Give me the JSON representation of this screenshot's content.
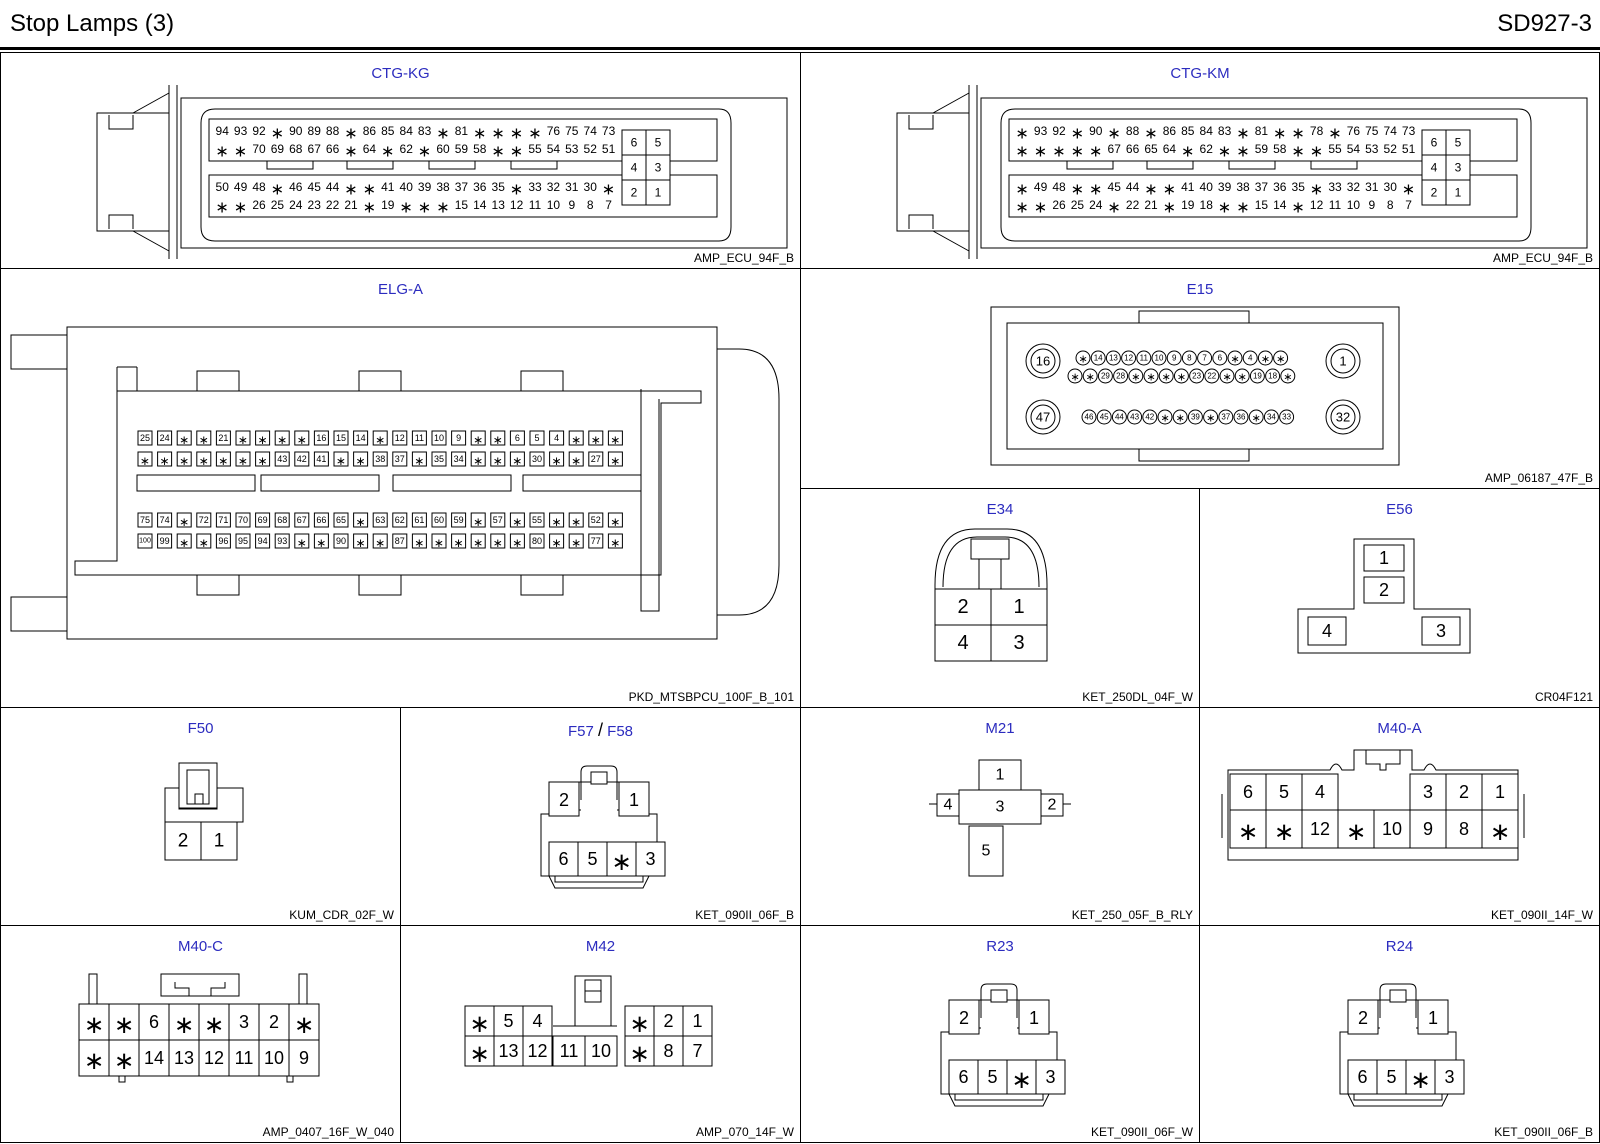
{
  "header": {
    "title": "Stop Lamps (3)",
    "code": "SD927-3"
  },
  "connectors": {
    "ctg_kg": {
      "title": "CTG-KG",
      "part": "AMP_ECU_94F_B",
      "rows": [
        [
          "94",
          "93",
          "92",
          "*",
          "90",
          "89",
          "88",
          "*",
          "86",
          "85",
          "84",
          "83",
          "*",
          "81",
          "*",
          "*",
          "*",
          "*",
          "76",
          "75",
          "74",
          "73"
        ],
        [
          "*",
          "*",
          "70",
          "69",
          "68",
          "67",
          "66",
          "*",
          "64",
          "*",
          "62",
          "*",
          "60",
          "59",
          "58",
          "*",
          "*",
          "55",
          "54",
          "53",
          "52",
          "51"
        ],
        [
          "50",
          "49",
          "48",
          "*",
          "46",
          "45",
          "44",
          "*",
          "*",
          "41",
          "40",
          "39",
          "38",
          "37",
          "36",
          "35",
          "*",
          "33",
          "32",
          "31",
          "30",
          "*"
        ],
        [
          "*",
          "*",
          "26",
          "25",
          "24",
          "23",
          "22",
          "21",
          "*",
          "19",
          "*",
          "*",
          "*",
          "15",
          "14",
          "13",
          "12",
          "11",
          "10",
          "9",
          "8",
          "7"
        ]
      ],
      "side": [
        "6",
        "5",
        "4",
        "3",
        "2",
        "1"
      ]
    },
    "ctg_km": {
      "title": "CTG-KM",
      "part": "AMP_ECU_94F_B",
      "rows": [
        [
          "*",
          "93",
          "92",
          "*",
          "90",
          "*",
          "88",
          "*",
          "86",
          "85",
          "84",
          "83",
          "*",
          "81",
          "*",
          "*",
          "78",
          "*",
          "76",
          "75",
          "74",
          "73"
        ],
        [
          "*",
          "*",
          "*",
          "*",
          "*",
          "67",
          "66",
          "65",
          "64",
          "*",
          "62",
          "*",
          "*",
          "59",
          "58",
          "*",
          "*",
          "55",
          "54",
          "53",
          "52",
          "51"
        ],
        [
          "*",
          "49",
          "48",
          "*",
          "*",
          "45",
          "44",
          "*",
          "*",
          "41",
          "40",
          "39",
          "38",
          "37",
          "36",
          "35",
          "*",
          "33",
          "32",
          "31",
          "30",
          "*"
        ],
        [
          "*",
          "*",
          "26",
          "25",
          "24",
          "*",
          "22",
          "21",
          "*",
          "19",
          "18",
          "*",
          "*",
          "15",
          "14",
          "*",
          "12",
          "11",
          "10",
          "9",
          "8",
          "7"
        ]
      ],
      "side": [
        "6",
        "5",
        "4",
        "3",
        "2",
        "1"
      ]
    },
    "elg_a": {
      "title": "ELG-A",
      "part": "PKD_MTSBPCU_100F_B_101",
      "rows": [
        [
          "25",
          "24",
          "*",
          "*",
          "21",
          "*",
          "*",
          "*",
          "*",
          "16",
          "15",
          "14",
          "*",
          "12",
          "11",
          "10",
          "9",
          "*",
          "*",
          "6",
          "5",
          "4",
          "*",
          "*",
          "*"
        ],
        [
          "*",
          "*",
          "*",
          "*",
          "*",
          "*",
          "*",
          "43",
          "42",
          "41",
          "*",
          "*",
          "38",
          "37",
          "*",
          "35",
          "34",
          "*",
          "*",
          "*",
          "30",
          "*",
          "*",
          "27",
          "*"
        ],
        [
          "75",
          "74",
          "*",
          "72",
          "71",
          "70",
          "69",
          "68",
          "67",
          "66",
          "65",
          "*",
          "63",
          "62",
          "61",
          "60",
          "59",
          "*",
          "57",
          "*",
          "55",
          "*",
          "*",
          "52",
          "*"
        ],
        [
          "100",
          "99",
          "*",
          "*",
          "96",
          "95",
          "94",
          "93",
          "*",
          "*",
          "90",
          "*",
          "*",
          "87",
          "*",
          "*",
          "*",
          "*",
          "*",
          "*",
          "80",
          "*",
          "*",
          "77",
          "*"
        ]
      ]
    },
    "e15": {
      "title": "E15",
      "part": "AMP_06187_47F_B",
      "big": [
        "16",
        "1",
        "47",
        "32"
      ],
      "row1": [
        "*",
        "14",
        "13",
        "12",
        "11",
        "10",
        "9",
        "8",
        "7",
        "6",
        "*",
        "4",
        "*",
        "*"
      ],
      "row2": [
        "*",
        "*",
        "29",
        "28",
        "*",
        "*",
        "*",
        "*",
        "23",
        "22",
        "*",
        "*",
        "19",
        "18",
        "*"
      ],
      "row3": [
        "46",
        "45",
        "44",
        "43",
        "42",
        "*",
        "*",
        "39",
        "*",
        "37",
        "36",
        "*",
        "34",
        "33"
      ]
    },
    "e34": {
      "title": "E34",
      "part": "KET_250DL_04F_W",
      "pins": [
        "2",
        "1",
        "4",
        "3"
      ]
    },
    "e56": {
      "title": "E56",
      "part": "CR04F121",
      "pins": [
        "1",
        "2",
        "4",
        "3"
      ]
    },
    "f50": {
      "title": "F50",
      "part": "KUM_CDR_02F_W",
      "pins": [
        "2",
        "1"
      ]
    },
    "f57": {
      "title_a": "F57",
      "sep": "/",
      "title_b": "F58",
      "part": "KET_090II_06F_B",
      "pins": [
        "2",
        "1",
        "6",
        "5",
        "*",
        "3"
      ]
    },
    "m21": {
      "title": "M21",
      "part": "KET_250_05F_B_RLY",
      "pins": [
        "1",
        "4",
        "3",
        "2",
        "5"
      ]
    },
    "m40a": {
      "title": "M40-A",
      "part": "KET_090II_14F_W",
      "top": [
        "6",
        "5",
        "4",
        "3",
        "2",
        "1"
      ],
      "bottom": [
        "*",
        "*",
        "12",
        "*",
        "10",
        "9",
        "8",
        "*"
      ]
    },
    "m40c": {
      "title": "M40-C",
      "part": "AMP_0407_16F_W_040",
      "top": [
        "*",
        "*",
        "6",
        "*",
        "*",
        "3",
        "2",
        "*"
      ],
      "bottom": [
        "*",
        "*",
        "14",
        "13",
        "12",
        "11",
        "10",
        "9"
      ]
    },
    "m42": {
      "title": "M42",
      "part": "AMP_070_14F_W",
      "top": [
        "*",
        "5",
        "4",
        "*",
        "2",
        "1"
      ],
      "bottom": [
        "*",
        "13",
        "12",
        "11",
        "10",
        "*",
        "8",
        "7"
      ]
    },
    "r23": {
      "title": "R23",
      "part": "KET_090II_06F_W",
      "pins": [
        "2",
        "1",
        "6",
        "5",
        "*",
        "3"
      ]
    },
    "r24": {
      "title": "R24",
      "part": "KET_090II_06F_B",
      "pins": [
        "2",
        "1",
        "6",
        "5",
        "*",
        "3"
      ]
    }
  }
}
